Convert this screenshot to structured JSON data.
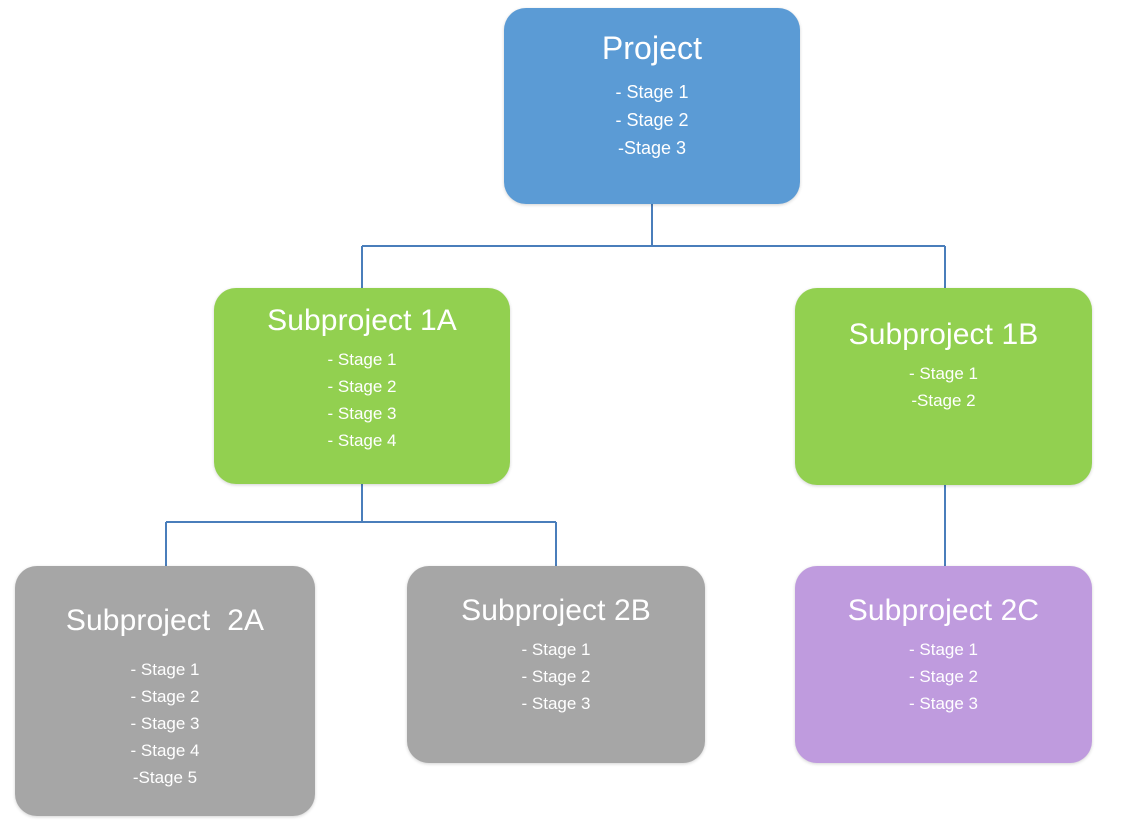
{
  "diagram": {
    "title": "Project hierarchy org chart",
    "colors": {
      "project": "#5b9bd5",
      "subproject_1": "#92d050",
      "subproject_2_gray": "#a6a6a6",
      "subproject_2_purple": "#bf9bde",
      "connector": "#4a7ebb",
      "text": "#ffffff",
      "background": "#ffffff"
    },
    "nodes": {
      "project": {
        "title": "Project",
        "stages": [
          "- Stage 1",
          "- Stage 2",
          "-Stage 3"
        ]
      },
      "subproject_1a": {
        "title": "Subproject 1A",
        "stages": [
          "- Stage 1",
          "- Stage 2",
          "- Stage 3",
          "- Stage 4"
        ]
      },
      "subproject_1b": {
        "title": "Subproject 1B",
        "stages": [
          "- Stage 1",
          "-Stage 2"
        ]
      },
      "subproject_2a": {
        "title": "Subproject  2A",
        "stages": [
          "- Stage 1",
          "- Stage 2",
          "- Stage 3",
          "- Stage 4",
          "-Stage 5"
        ]
      },
      "subproject_2b": {
        "title": "Subproject 2B",
        "stages": [
          "- Stage 1",
          "- Stage 2",
          "- Stage 3"
        ]
      },
      "subproject_2c": {
        "title": "Subproject 2C",
        "stages": [
          "- Stage 1",
          "- Stage 2",
          "- Stage 3"
        ]
      }
    },
    "edges": [
      {
        "from": "project",
        "to": "subproject_1a"
      },
      {
        "from": "project",
        "to": "subproject_1b"
      },
      {
        "from": "subproject_1a",
        "to": "subproject_2a"
      },
      {
        "from": "subproject_1a",
        "to": "subproject_2b"
      },
      {
        "from": "subproject_1b",
        "to": "subproject_2c"
      }
    ]
  }
}
